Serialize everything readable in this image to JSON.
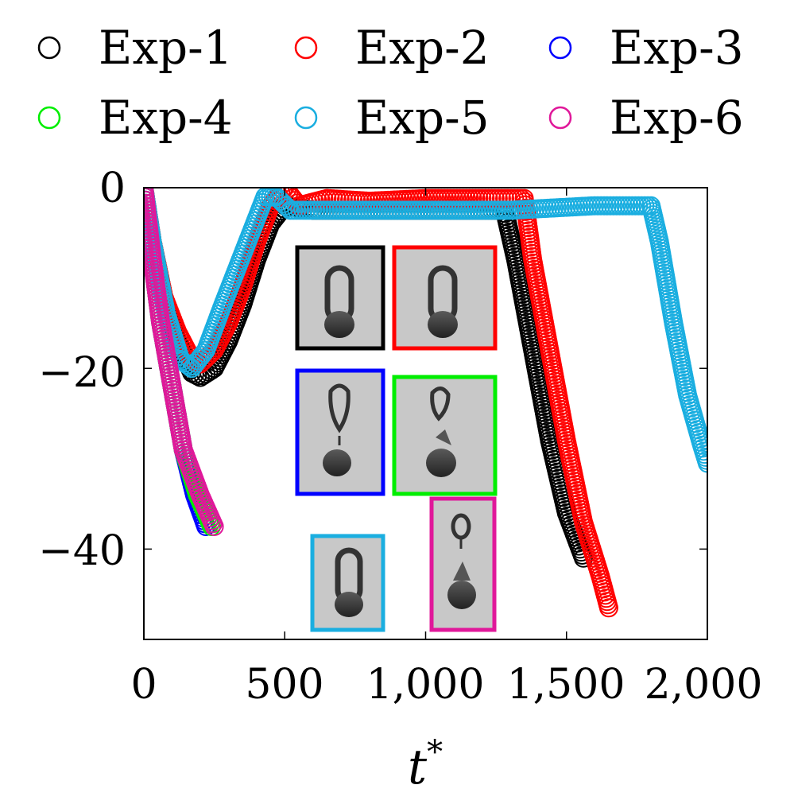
{
  "chart_data": {
    "type": "scatter",
    "title": "",
    "xlabel": "t*",
    "ylabel": "",
    "xlim": [
      0,
      2000
    ],
    "ylim": [
      -50,
      0
    ],
    "x_ticks": [
      0,
      500,
      1000,
      1500,
      2000
    ],
    "x_tick_labels": [
      "0",
      "500",
      "1,000",
      "1,500",
      "2,000"
    ],
    "y_ticks": [
      0,
      -20,
      -40
    ],
    "y_tick_labels": [
      "0",
      "−20",
      "−40"
    ],
    "grid": false,
    "legend_position": "top",
    "marker": "open-circle",
    "series": [
      {
        "name": "Exp-1",
        "color": "#000000",
        "points": [
          [
            0,
            0
          ],
          [
            30,
            -6
          ],
          [
            70,
            -12
          ],
          [
            120,
            -17
          ],
          [
            170,
            -20.5
          ],
          [
            200,
            -21
          ],
          [
            250,
            -20
          ],
          [
            300,
            -17
          ],
          [
            350,
            -13
          ],
          [
            400,
            -8
          ],
          [
            450,
            -4
          ],
          [
            500,
            -2
          ],
          [
            600,
            -2.5
          ],
          [
            800,
            -2.5
          ],
          [
            1000,
            -2.5
          ],
          [
            1200,
            -2.5
          ],
          [
            1280,
            -2.5
          ],
          [
            1320,
            -8
          ],
          [
            1380,
            -18
          ],
          [
            1440,
            -28
          ],
          [
            1500,
            -36
          ],
          [
            1560,
            -41
          ]
        ]
      },
      {
        "name": "Exp-2",
        "color": "#ff0000",
        "points": [
          [
            0,
            0
          ],
          [
            30,
            -6
          ],
          [
            70,
            -12
          ],
          [
            120,
            -16
          ],
          [
            170,
            -19
          ],
          [
            200,
            -19.5
          ],
          [
            250,
            -18
          ],
          [
            300,
            -15
          ],
          [
            350,
            -11
          ],
          [
            400,
            -6
          ],
          [
            450,
            -2
          ],
          [
            500,
            0
          ],
          [
            550,
            -2
          ],
          [
            650,
            -1.2
          ],
          [
            800,
            -1.5
          ],
          [
            1000,
            -1.2
          ],
          [
            1200,
            -1.2
          ],
          [
            1350,
            -1.2
          ],
          [
            1380,
            -8
          ],
          [
            1440,
            -18
          ],
          [
            1500,
            -28
          ],
          [
            1560,
            -37
          ],
          [
            1620,
            -43
          ],
          [
            1650,
            -46.5
          ]
        ]
      },
      {
        "name": "Exp-3",
        "color": "#0000ff",
        "points": [
          [
            0,
            0
          ],
          [
            30,
            -8
          ],
          [
            60,
            -15
          ],
          [
            100,
            -22
          ],
          [
            140,
            -29
          ],
          [
            180,
            -34
          ],
          [
            220,
            -37.5
          ]
        ]
      },
      {
        "name": "Exp-4",
        "color": "#00ee00",
        "points": [
          [
            0,
            0
          ],
          [
            30,
            -8
          ],
          [
            60,
            -15
          ],
          [
            100,
            -22
          ],
          [
            140,
            -29
          ],
          [
            190,
            -34
          ],
          [
            240,
            -37.5
          ]
        ]
      },
      {
        "name": "Exp-5",
        "color": "#1aaee0",
        "points": [
          [
            0,
            0
          ],
          [
            30,
            -6
          ],
          [
            80,
            -14
          ],
          [
            130,
            -19
          ],
          [
            170,
            -20
          ],
          [
            220,
            -18
          ],
          [
            280,
            -13
          ],
          [
            330,
            -9
          ],
          [
            380,
            -5
          ],
          [
            430,
            -1
          ],
          [
            470,
            -1
          ],
          [
            520,
            -2.5
          ],
          [
            700,
            -2.5
          ],
          [
            1000,
            -2.5
          ],
          [
            1300,
            -2.5
          ],
          [
            1600,
            -2
          ],
          [
            1800,
            -2
          ],
          [
            1830,
            -6
          ],
          [
            1880,
            -15
          ],
          [
            1930,
            -23
          ],
          [
            1980,
            -28.5
          ],
          [
            2000,
            -30.5
          ]
        ]
      },
      {
        "name": "Exp-6",
        "color": "#e0189a",
        "points": [
          [
            0,
            0
          ],
          [
            30,
            -8
          ],
          [
            60,
            -15
          ],
          [
            100,
            -22
          ],
          [
            140,
            -29
          ],
          [
            200,
            -34
          ],
          [
            250,
            -37.5
          ]
        ]
      }
    ]
  }
}
